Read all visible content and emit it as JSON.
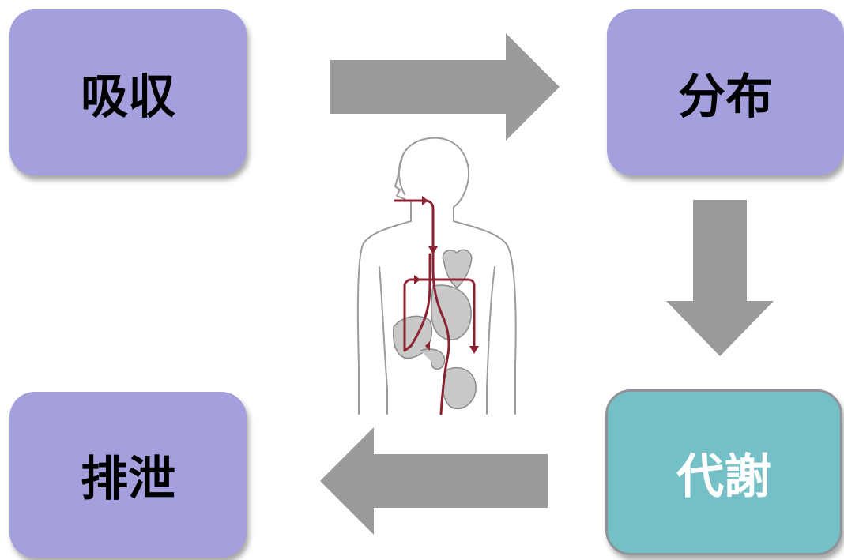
{
  "stages": {
    "absorption": {
      "label": "吸収"
    },
    "distribution": {
      "label": "分布"
    },
    "metabolism": {
      "label": "代謝"
    },
    "excretion": {
      "label": "排泄"
    }
  },
  "flow": [
    "absorption",
    "distribution",
    "metabolism",
    "excretion"
  ],
  "colors": {
    "box_default": "#a3a0dd",
    "box_highlight": "#74c0c6",
    "arrow": "#9a9a9a",
    "pathway": "#8b2232",
    "organ": "#c8c8c8"
  },
  "icons": [
    "human-body-digestive-pathway-icon",
    "arrow-right-icon",
    "arrow-down-icon",
    "arrow-left-icon"
  ]
}
